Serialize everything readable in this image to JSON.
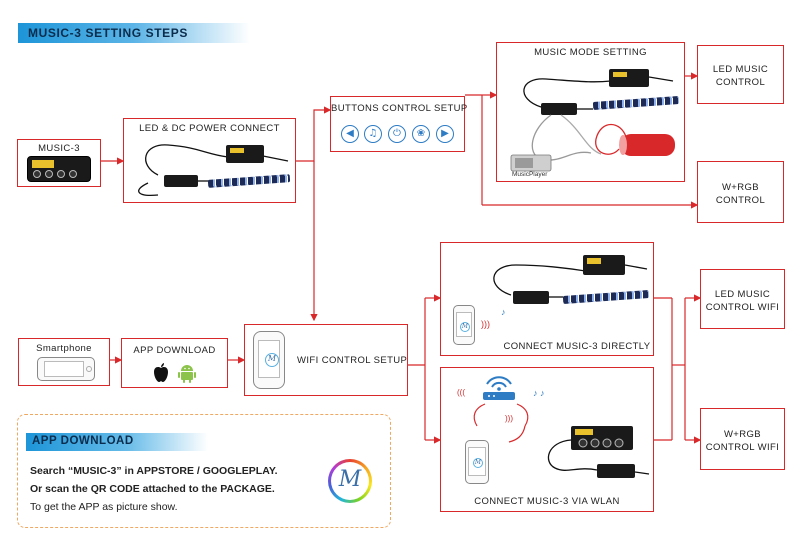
{
  "header": {
    "title": "MUSIC-3 SETTING STEPS"
  },
  "steps": {
    "music3": "MUSIC-3",
    "led_dc": "LED & DC POWER CONNECT",
    "buttons": "BUTTONS CONTROL SETUP",
    "music_mode": "MUSIC MODE SETTING",
    "music_player": "MusicPlayer",
    "led_music": [
      "LED MUSIC",
      "CONTROL"
    ],
    "wrgb": [
      "W+RGB",
      "CONTROL"
    ],
    "smartphone": "Smartphone",
    "app_download": "APP DOWNLOAD",
    "wifi_setup": "WIFI CONTROL SETUP",
    "connect_direct": "CONNECT MUSIC-3 DIRECTLY",
    "connect_wlan": "CONNECT MUSIC-3 VIA WLAN",
    "led_music_wifi": [
      "LED MUSIC",
      "CONTROL WIFI"
    ],
    "wrgb_wifi": [
      "W+RGB",
      "CONTROL WIFI"
    ]
  },
  "app_panel": {
    "title": "APP DOWNLOAD",
    "line1": "Search “MUSIC-3” in APPSTORE / GOOGLEPLAY.",
    "line2": "Or scan the QR CODE attached to the PACKAGE.",
    "line3": "To get the APP as picture show."
  },
  "icons": {
    "buttons": [
      "left-arrow-icon",
      "music-note-icon",
      "power-icon",
      "color-wheel-icon",
      "right-arrow-icon"
    ],
    "app_stores": [
      "apple-icon",
      "android-icon"
    ]
  },
  "colors": {
    "frame": "#d8282a",
    "accent_blue": "#1d95d8",
    "dashed_panel": "#f0a860"
  }
}
